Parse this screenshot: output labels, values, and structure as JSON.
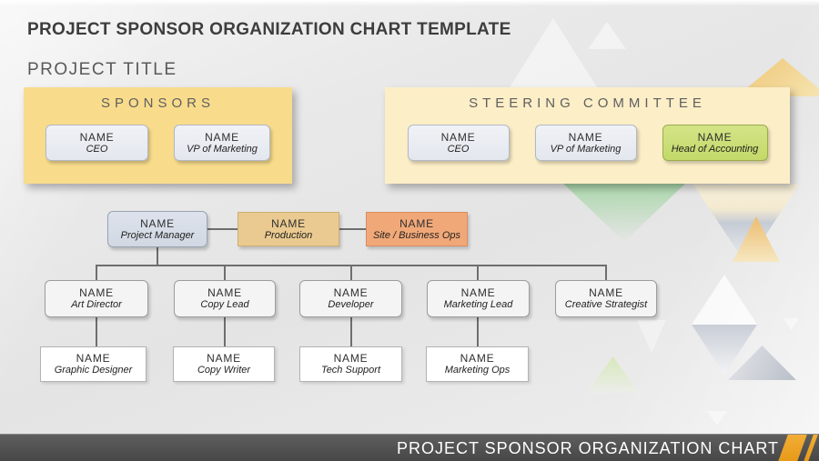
{
  "header": {
    "title": "PROJECT SPONSOR ORGANIZATION CHART TEMPLATE",
    "subtitle": "PROJECT TITLE"
  },
  "panels": {
    "sponsors": {
      "title": "SPONSORS",
      "members": [
        {
          "name": "NAME",
          "role": "CEO"
        },
        {
          "name": "NAME",
          "role": "VP of Marketing"
        }
      ]
    },
    "steering": {
      "title": "STEERING COMMITTEE",
      "members": [
        {
          "name": "NAME",
          "role": "CEO"
        },
        {
          "name": "NAME",
          "role": "VP of Marketing"
        },
        {
          "name": "NAME",
          "role": "Head of Accounting"
        }
      ]
    }
  },
  "org_chart": {
    "row1": [
      {
        "name": "NAME",
        "role": "Project Manager"
      },
      {
        "name": "NAME",
        "role": "Production"
      },
      {
        "name": "NAME",
        "role": "Site / Business Ops"
      }
    ],
    "row2": [
      {
        "name": "NAME",
        "role": "Art Director"
      },
      {
        "name": "NAME",
        "role": "Copy Lead"
      },
      {
        "name": "NAME",
        "role": "Developer"
      },
      {
        "name": "NAME",
        "role": "Marketing Lead"
      },
      {
        "name": "NAME",
        "role": "Creative Strategist"
      }
    ],
    "row3": [
      {
        "name": "NAME",
        "role": "Graphic Designer"
      },
      {
        "name": "NAME",
        "role": "Copy Writer"
      },
      {
        "name": "NAME",
        "role": "Tech Support"
      },
      {
        "name": "NAME",
        "role": "Marketing Ops"
      }
    ]
  },
  "footer": {
    "label": "PROJECT SPONSOR ORGANIZATION CHART"
  },
  "colors": {
    "sponsors_panel": "#F8DC8C",
    "steering_panel": "#FCEEC7",
    "member_box": "#E9ECF2",
    "accounting_box": "#CBDF79",
    "project_manager_box": "#D9DEE8",
    "production_box": "#EACA90",
    "site_ops_box": "#F1A878",
    "row_box_light": "#F4F4F4",
    "row_box_white": "#FFFFFF",
    "connector": "#6E6E6E",
    "footer_bar": "#4F4F4F",
    "footer_accent": "#EFA228",
    "title_text": "#3D3D3D"
  }
}
